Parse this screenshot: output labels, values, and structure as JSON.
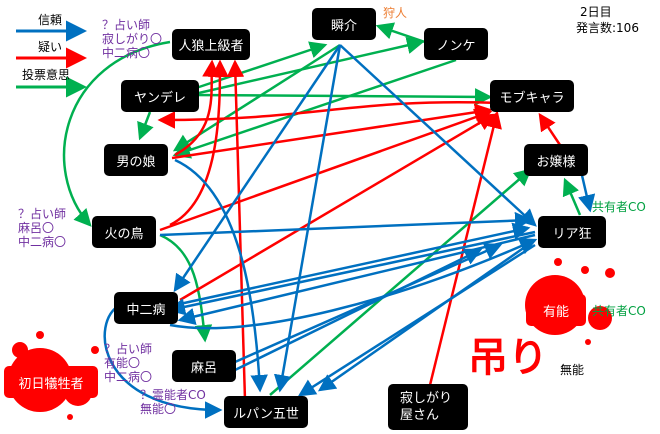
{
  "legend": {
    "trust": "信頼",
    "doubt": "疑い",
    "vote": "投票意思",
    "colors": {
      "trust": "#0070c0",
      "doubt": "#ff0000",
      "vote": "#00b050"
    }
  },
  "info": {
    "day": "2日目",
    "count": "発言数:106"
  },
  "nodes": {
    "jinro": "人狼上級者",
    "shunsuke": "瞬介",
    "nonke": "ノンケ",
    "yandere": "ヤンデレ",
    "mob": "モブキャラ",
    "otoko": "男の娘",
    "ojou": "お嬢様",
    "hinotori": "火の鳥",
    "riakyo": "リア狂",
    "chuni": "中二病",
    "yuno": "有能",
    "maro": "麻呂",
    "shonichi": "初日犠牲者",
    "lupin": "ルパン五世",
    "sabishi1": "寂しがり",
    "sabishi2": "屋さん"
  },
  "notes": {
    "a1": "？占い師",
    "a2": "寂しがり〇",
    "a3": "中二病〇",
    "b1": "？占い師",
    "b2": "麻呂〇",
    "b3": "中二病〇",
    "c1": "？占い師",
    "c2": "有能〇",
    "c3": "中二病〇",
    "d1": "？霊能者CO",
    "d2": "無能〇",
    "hunter": "狩人",
    "kyoyu1": "共有者CO",
    "kyoyu2": "共有者CO",
    "muno": "無能",
    "tsuri": "吊り"
  }
}
